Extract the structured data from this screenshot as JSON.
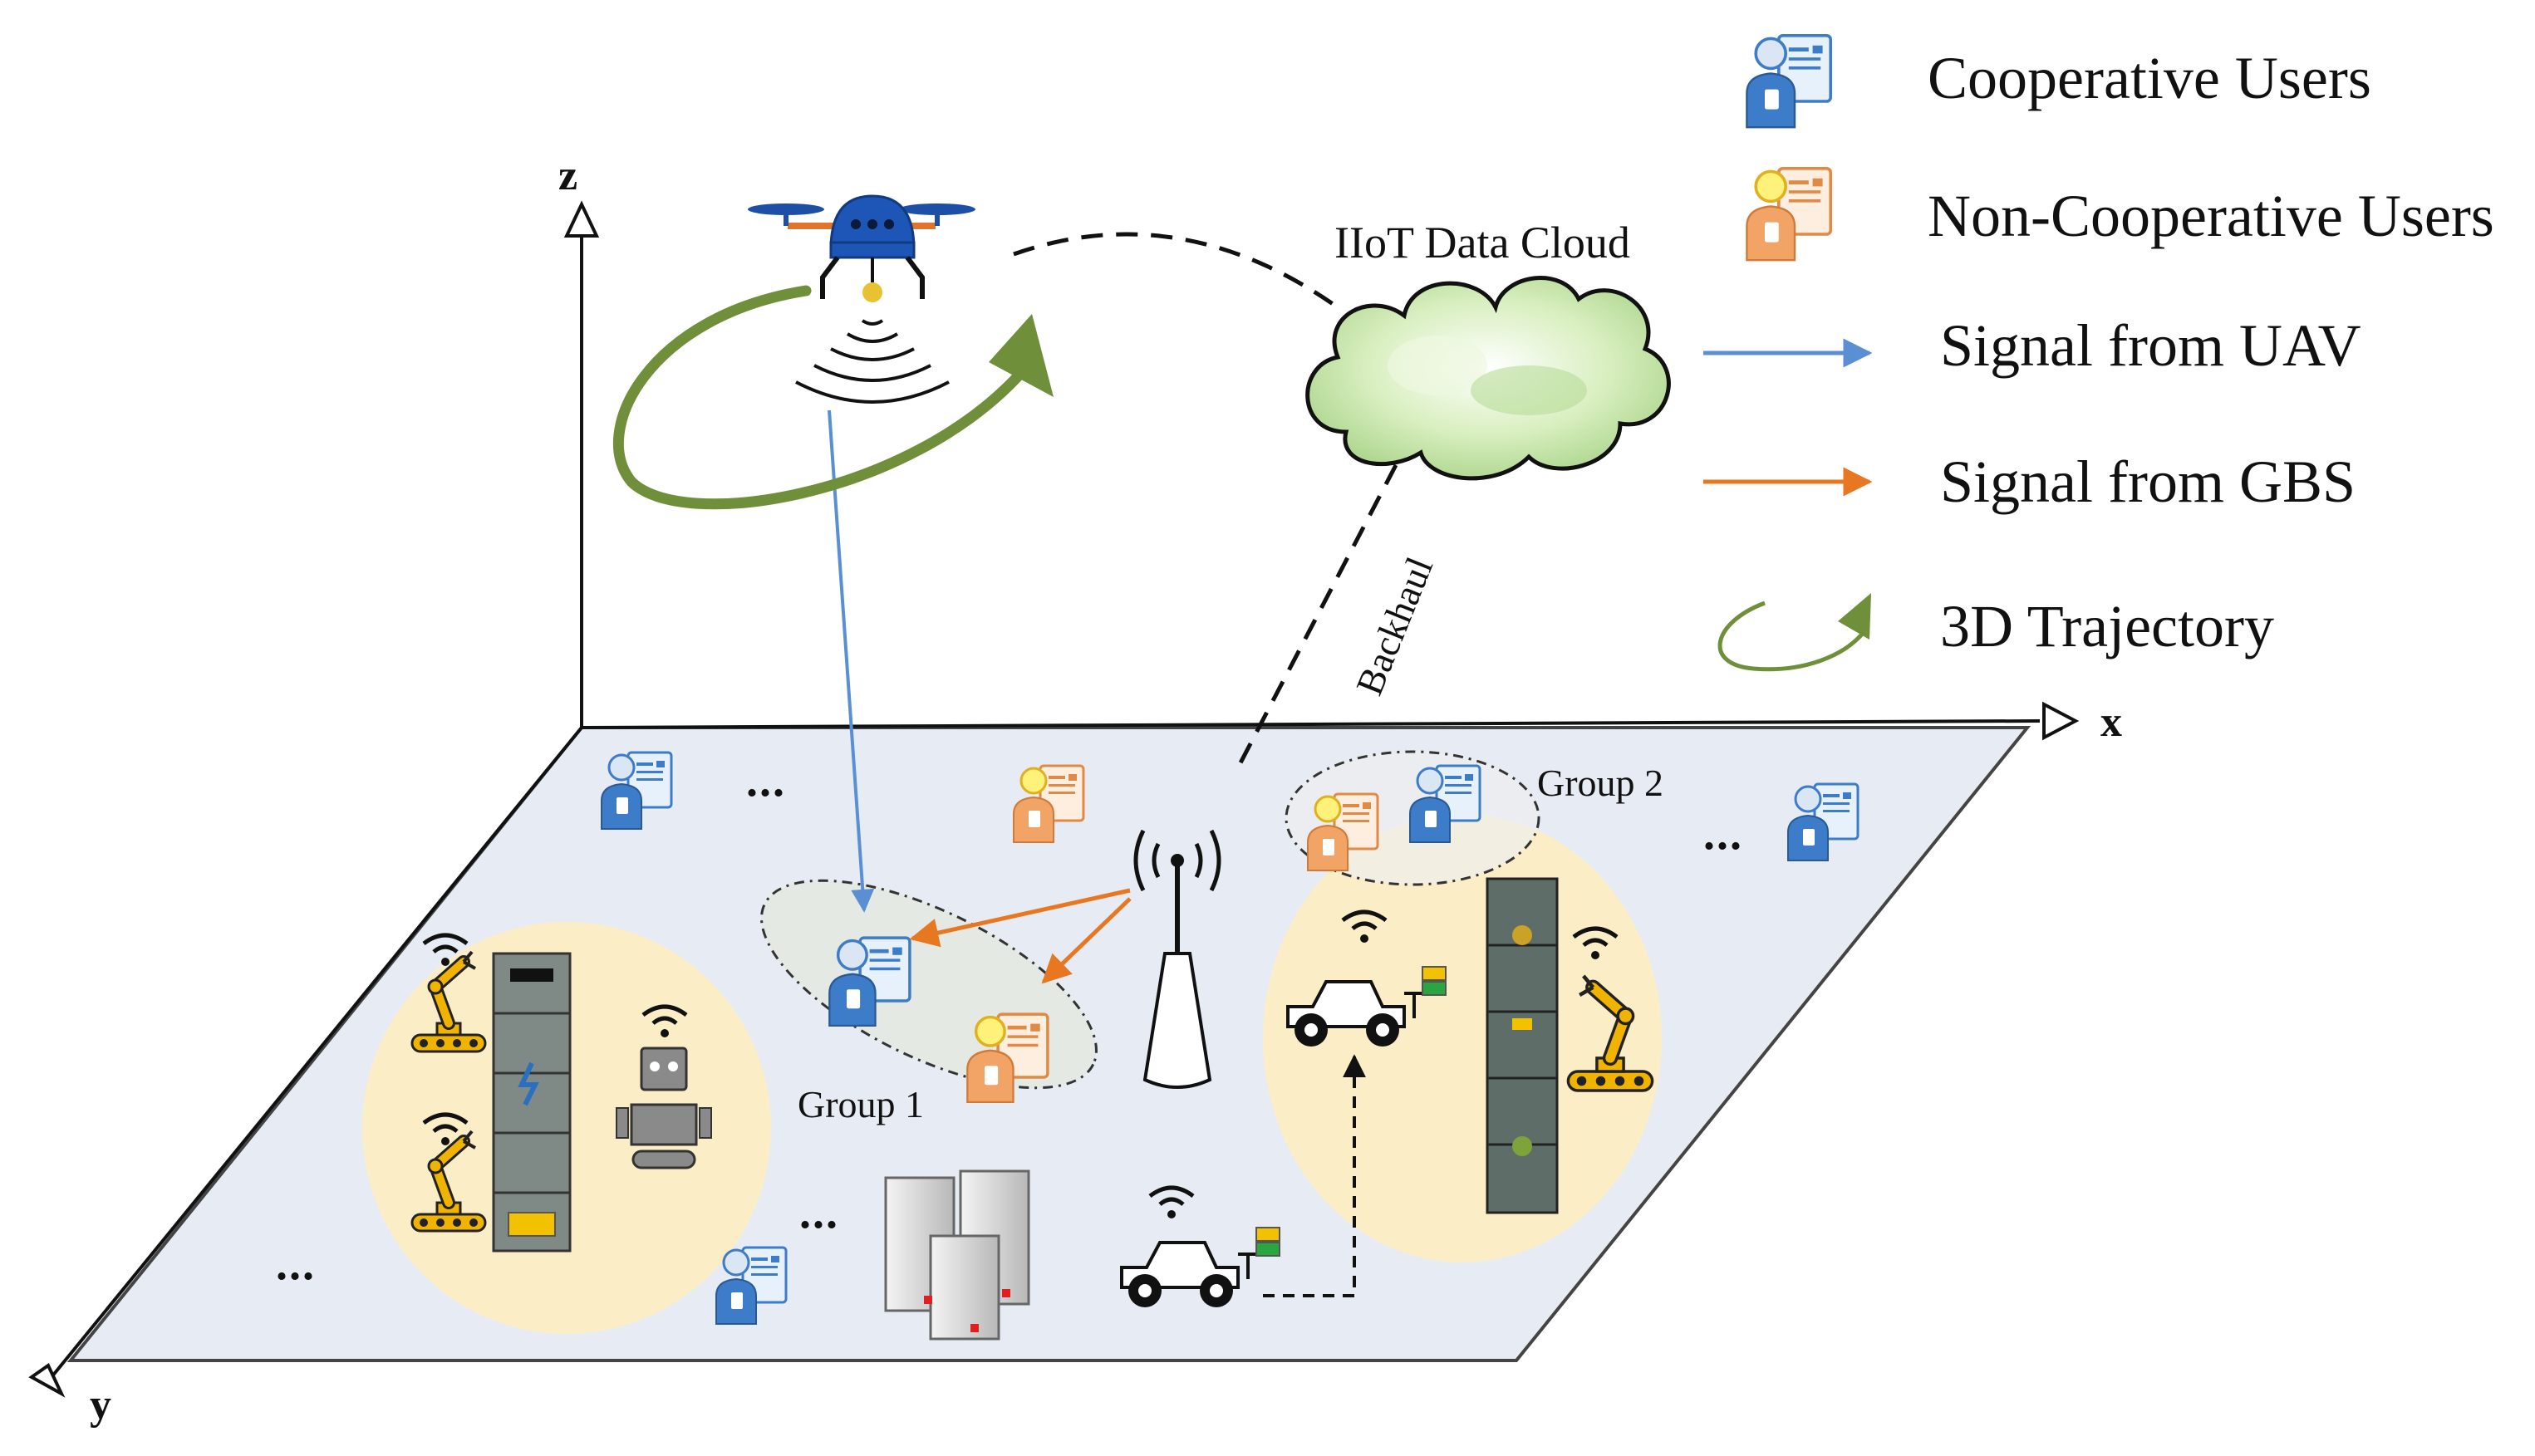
{
  "axes": {
    "x": "x",
    "y": "y",
    "z": "z"
  },
  "cloud_label": "IIoT Data Cloud",
  "backhaul_label": "Backhaul",
  "groups": [
    "Group 1",
    "Group 2"
  ],
  "ellipsis": "...",
  "legend": [
    {
      "label": "Cooperative Users",
      "symbol": "cooperative-user-icon",
      "color": "#3d7cc9"
    },
    {
      "label": "Non-Cooperative Users",
      "symbol": "non-cooperative-user-icon",
      "color": "#f2a466"
    },
    {
      "label": "Signal from UAV",
      "symbol": "arrow",
      "color": "#5b8fd4"
    },
    {
      "label": "Signal from GBS",
      "symbol": "arrow",
      "color": "#e87722"
    },
    {
      "label": "3D Trajectory",
      "symbol": "trajectory-arrow",
      "color": "#6f8f3a"
    }
  ],
  "colors": {
    "ground": "#e7ecf4",
    "zone": "#fbedc6",
    "cooperative": "#3d7cc9",
    "non_cooperative": "#f2a466",
    "uav_signal": "#5b8fd4",
    "gbs_signal": "#e87722",
    "trajectory": "#6f8f3a",
    "cloud": "#cfe8b0"
  }
}
